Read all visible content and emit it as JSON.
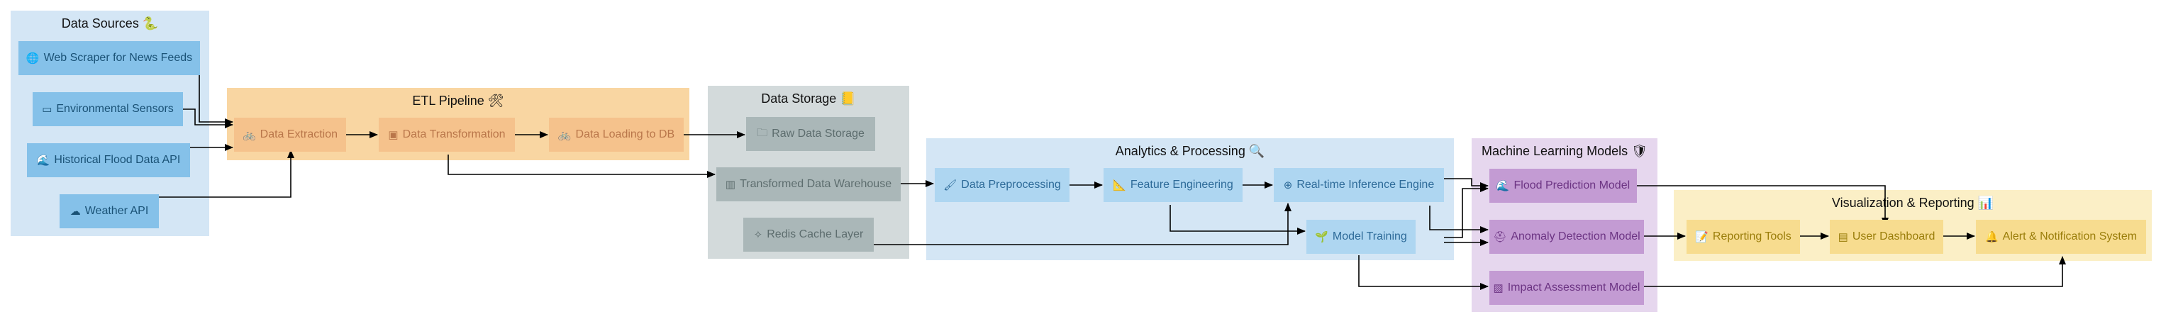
{
  "clusters": {
    "data_sources": {
      "title": "Data Sources 🐍",
      "color": "#d4e6f5"
    },
    "etl": {
      "title": "ETL Pipeline 🛠",
      "color": "#f9d6a2"
    },
    "storage": {
      "title": "Data Storage 📒",
      "color": "#d3dadb"
    },
    "analytics": {
      "title": "Analytics & Processing 🔍",
      "color": "#d4e6f5"
    },
    "ml": {
      "title": "Machine Learning Models 🛡",
      "color": "#e6d7ee"
    },
    "viz": {
      "title": "Visualization & Reporting 📊",
      "color": "#fbefc6"
    }
  },
  "nodes": {
    "web_scraper": {
      "label": "Web Scraper for News Feeds",
      "icon": "🌐"
    },
    "env_sensors": {
      "label": "Environmental Sensors",
      "icon": "▭"
    },
    "hist_flood": {
      "label": "Historical Flood Data API",
      "icon": "🌊"
    },
    "weather_api": {
      "label": "Weather API",
      "icon": "☁"
    },
    "extraction": {
      "label": "Data Extraction",
      "icon": "🚲"
    },
    "transformation": {
      "label": "Data Transformation",
      "icon": "▣"
    },
    "loading": {
      "label": "Data Loading to DB",
      "icon": "🚲"
    },
    "raw_storage": {
      "label": "Raw Data Storage",
      "icon": "🗀"
    },
    "warehouse": {
      "label": "Transformed Data Warehouse",
      "icon": "▥"
    },
    "redis": {
      "label": "Redis Cache Layer",
      "icon": "✧"
    },
    "preprocessing": {
      "label": "Data Preprocessing",
      "icon": "🖌"
    },
    "feature_eng": {
      "label": "Feature Engineering",
      "icon": "📐"
    },
    "inference": {
      "label": "Real-time Inference Engine",
      "icon": "⊕"
    },
    "training": {
      "label": "Model Training",
      "icon": "🌱"
    },
    "flood_pred": {
      "label": "Flood Prediction Model",
      "icon": "🌊"
    },
    "anomaly": {
      "label": "Anomaly Detection Model",
      "icon": "⛑"
    },
    "impact": {
      "label": "Impact Assessment Model",
      "icon": "▨"
    },
    "reporting": {
      "label": "Reporting Tools",
      "icon": "📝"
    },
    "dashboard": {
      "label": "User Dashboard",
      "icon": "▤"
    },
    "alert": {
      "label": "Alert & Notification System",
      "icon": "🔔"
    }
  },
  "colors": {
    "source_fill": "#85c1e9",
    "source_text": "#1a5276",
    "etl_fill": "#f5c28c",
    "etl_text": "#b9764a",
    "storage_fill": "#aab7b8",
    "storage_text": "#5d6d6e",
    "analytics_fill": "#aed6f1",
    "analytics_text": "#2e6b99",
    "ml_fill": "#c39bd3",
    "ml_text": "#6c3483",
    "viz_fill": "#f7dc8f",
    "viz_text": "#9a7d0a",
    "edge": "#000000"
  }
}
